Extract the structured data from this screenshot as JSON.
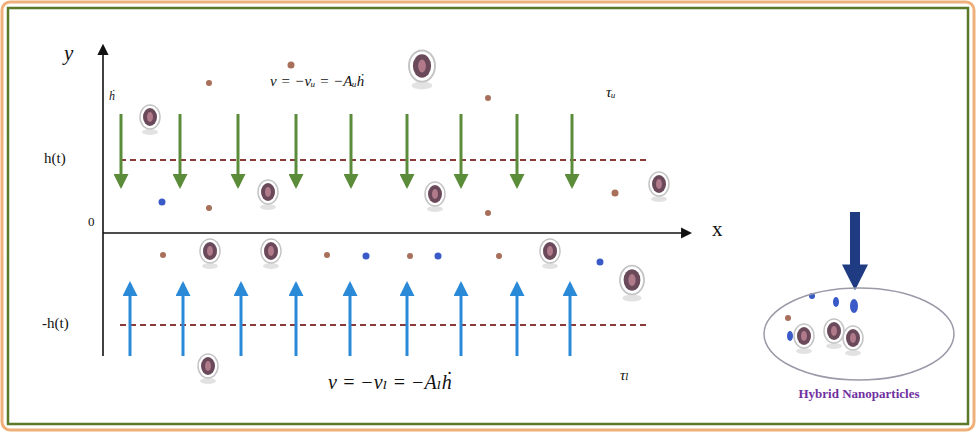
{
  "diagram": {
    "nodes": [
      {
        "text": [
          "Hybrid Nanoparticles"
        ]
      }
    ],
    "labels": [
      "y",
      "ḣ",
      "v = −vᵤ = −Aᵤḣ",
      "τᵤ",
      "h(t)",
      "0",
      "x",
      "-h(t)",
      "v = −vₗ = −Aₗḣ",
      "τₗ"
    ]
  }
}
